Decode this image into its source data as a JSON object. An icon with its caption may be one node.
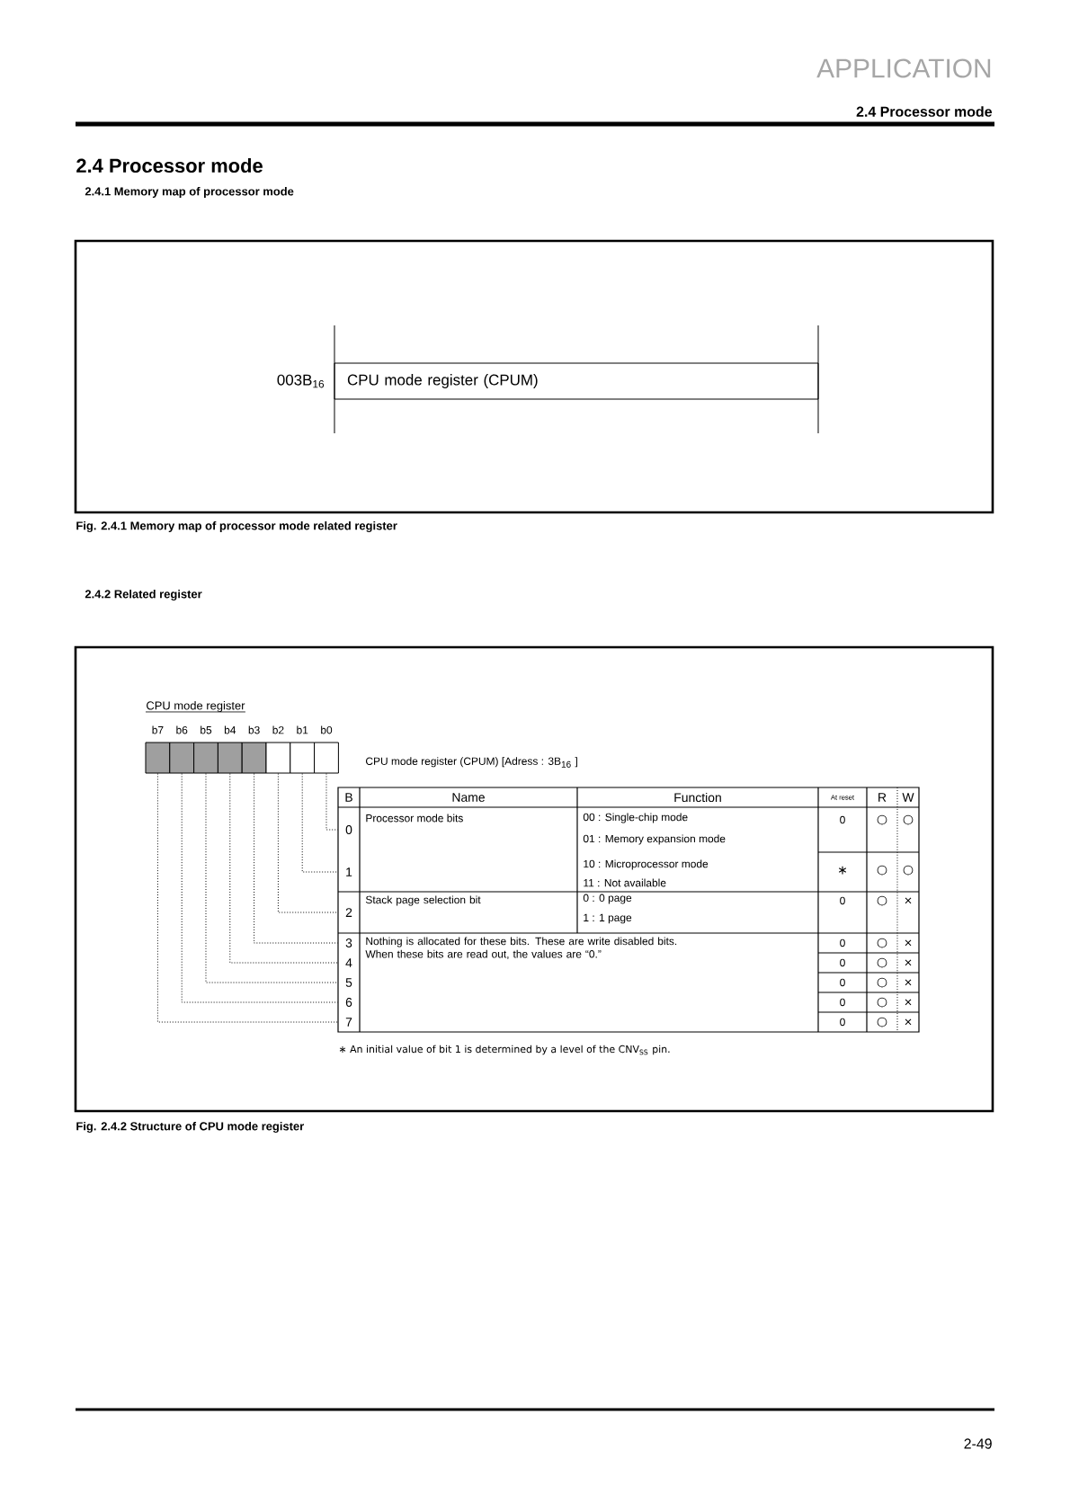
{
  "diagram": {
    "title": "2.4 Processor mode",
    "nodes": [
      {
        "text": [
          "CPU mode register (CPUM)"
        ],
        "beside": [
          "003B$_{16}$"
        ]
      },
      {
        "text": [
          "b7"
        ]
      },
      {
        "text": [
          "b6"
        ]
      },
      {
        "text": [
          "b5"
        ]
      },
      {
        "text": [
          "b4"
        ]
      },
      {
        "text": [
          "b3"
        ]
      },
      {
        "text": [
          "b2"
        ]
      },
      {
        "text": [
          "b1"
        ]
      },
      {
        "text": [
          "b0"
        ]
      },
      {
        "text": [
          "0"
        ]
      },
      {
        "text": [
          "1"
        ]
      },
      {
        "text": [
          "2"
        ]
      },
      {
        "text": [
          "3"
        ]
      },
      {
        "text": [
          "4"
        ]
      },
      {
        "text": [
          "5"
        ]
      },
      {
        "text": [
          "6"
        ]
      },
      {
        "text": [
          "7"
        ]
      }
    ],
    "edges": [
      {
        "from": 8,
        "to": 9,
        "arrow": "none",
        "style": "dashed"
      },
      {
        "from": 7,
        "to": 10,
        "arrow": "none",
        "style": "dashed"
      },
      {
        "from": 6,
        "to": 11,
        "arrow": "none",
        "style": "dashed"
      },
      {
        "from": 5,
        "to": 12,
        "arrow": "none",
        "style": "dashed"
      },
      {
        "from": 4,
        "to": 13,
        "arrow": "none",
        "style": "dashed"
      },
      {
        "from": 3,
        "to": 14,
        "arrow": "none",
        "style": "dashed"
      },
      {
        "from": 2,
        "to": 15,
        "arrow": "none",
        "style": "dashed"
      },
      {
        "from": 1,
        "to": 16,
        "arrow": "none",
        "style": "dashed"
      }
    ],
    "labels": [
      "APPLICATION",
      "2.4 Processor mode",
      "2.4.1 Memory map of processor mode",
      "Fig. 2.4.1 Memory map of processor mode related register",
      "2.4.2 Related register",
      "CPU mode register",
      "CPU mode register (CPUM) [Adress : 3B$_{16}$ ]",
      "B",
      "Name",
      "Function",
      "At reset",
      "R",
      "W",
      "Processor mode bits",
      "00 : Single-chip mode",
      "01 : Memory expansion mode",
      "0",
      "○",
      "○",
      "10 : Microprocessor mode",
      "11 : Not available",
      "∗",
      "○",
      "○",
      "Stack page selection bit",
      "0 : 0 page",
      "1 : 1 page",
      "0",
      "○",
      "×",
      "Nothing is allocated for these bits. These are write disabled bits. When these bits are read out, the values are “0.”",
      "0",
      "○",
      "×",
      "0",
      "○",
      "×",
      "0",
      "○",
      "×",
      "0",
      "○",
      "×",
      "0",
      "○",
      "×",
      "∗ An initial value of bit 1 is determined by a level of the CNV$_{SS}$ pin.",
      "Fig. 2.4.2 Structure of CPU mode register",
      "2-49"
    ]
  }
}
